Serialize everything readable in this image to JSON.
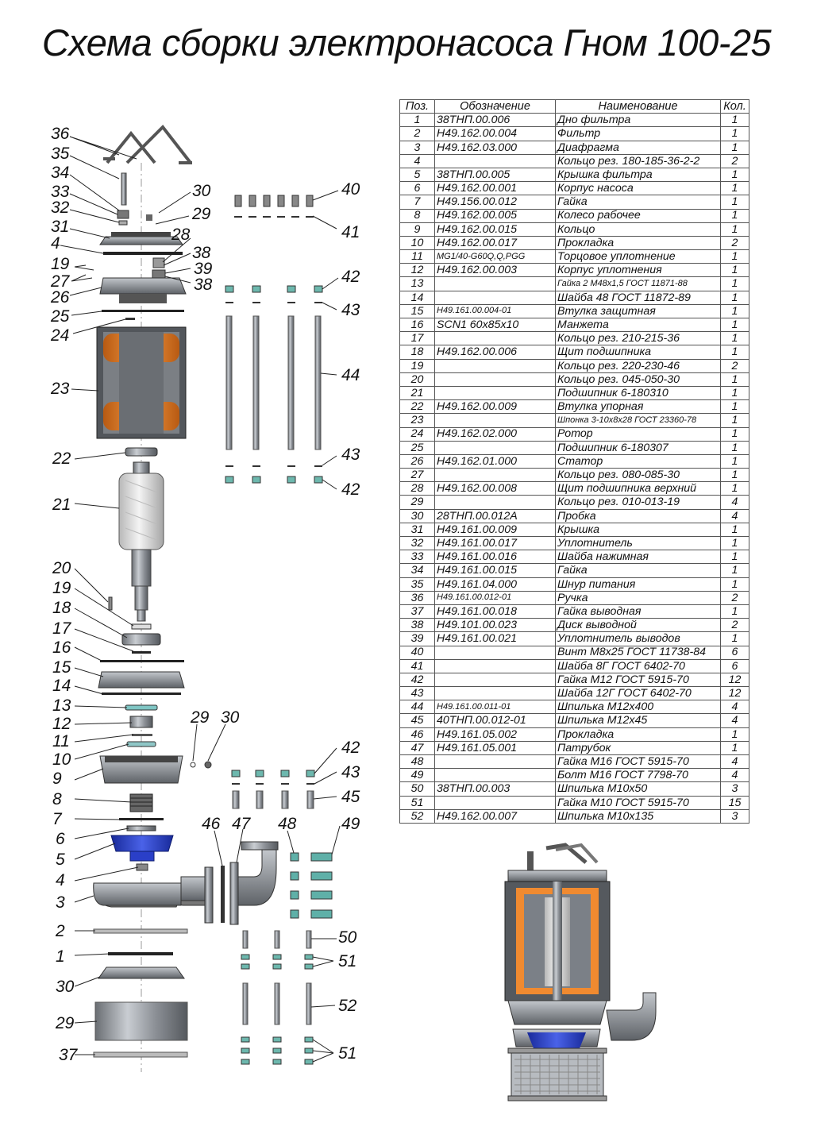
{
  "title": "Схема сборки электронасоса Гном 100-25",
  "table": {
    "headers": [
      "Поз.",
      "Обозначение",
      "Наименование",
      "Кол."
    ],
    "rows": [
      [
        "1",
        "38ТНП.00.006",
        "Дно фильтра",
        "1"
      ],
      [
        "2",
        "Н49.162.00.004",
        "Фильтр",
        "1"
      ],
      [
        "3",
        "Н49.162.03.000",
        "Диафрагма",
        "1"
      ],
      [
        "4",
        "",
        "Кольцо рез. 180-185-36-2-2",
        "2"
      ],
      [
        "5",
        "38ТНП.00.005",
        "Крышка фильтра",
        "1"
      ],
      [
        "6",
        "Н49.162.00.001",
        "Корпус насоса",
        "1"
      ],
      [
        "7",
        "Н49.156.00.012",
        "Гайка",
        "1"
      ],
      [
        "8",
        "Н49.162.00.005",
        "Колесо рабочее",
        "1"
      ],
      [
        "9",
        "Н49.162.00.015",
        "Кольцо",
        "1"
      ],
      [
        "10",
        "Н49.162.00.017",
        "Прокладка",
        "2"
      ],
      [
        "11",
        "MG1/40-G60Q,Q,PGG",
        "Торцовое уплотнение",
        "1"
      ],
      [
        "12",
        "Н49.162.00.003",
        "Корпус уплотнения",
        "1"
      ],
      [
        "13",
        "",
        "Гайка 2 М48х1,5 ГОСТ 11871-88",
        "1"
      ],
      [
        "14",
        "",
        "Шайба 48 ГОСТ 11872-89",
        "1"
      ],
      [
        "15",
        "Н49.161.00.004-01",
        "Втулка защитная",
        "1"
      ],
      [
        "16",
        "SCN1 60х85х10",
        "Манжета",
        "1"
      ],
      [
        "17",
        "",
        "Кольцо рез. 210-215-36",
        "1"
      ],
      [
        "18",
        "Н49.162.00.006",
        "Щит подшипника",
        "1"
      ],
      [
        "19",
        "",
        "Кольцо рез. 220-230-46",
        "2"
      ],
      [
        "20",
        "",
        "Кольцо рез. 045-050-30",
        "1"
      ],
      [
        "21",
        "",
        "Подшипник 6-180310",
        "1"
      ],
      [
        "22",
        "Н49.162.00.009",
        "Втулка упорная",
        "1"
      ],
      [
        "23",
        "",
        "Шпонка 3-10х8х28 ГОСТ 23360-78",
        "1"
      ],
      [
        "24",
        "Н49.162.02.000",
        "Ротор",
        "1"
      ],
      [
        "25",
        "",
        "Подшипник 6-180307",
        "1"
      ],
      [
        "26",
        "Н49.162.01.000",
        "Статор",
        "1"
      ],
      [
        "27",
        "",
        "Кольцо рез. 080-085-30",
        "1"
      ],
      [
        "28",
        "Н49.162.00.008",
        "Щит подшипника верхний",
        "1"
      ],
      [
        "29",
        "",
        "Кольцо рез. 010-013-19",
        "4"
      ],
      [
        "30",
        "28ТНП.00.012А",
        "Пробка",
        "4"
      ],
      [
        "31",
        "Н49.161.00.009",
        "Крышка",
        "1"
      ],
      [
        "32",
        "Н49.161.00.017",
        "Уплотнитель",
        "1"
      ],
      [
        "33",
        "Н49.161.00.016",
        "Шайба нажимная",
        "1"
      ],
      [
        "34",
        "Н49.161.00.015",
        "Гайка",
        "1"
      ],
      [
        "35",
        "Н49.161.04.000",
        "Шнур питания",
        "1"
      ],
      [
        "36",
        "Н49.161.00.012-01",
        "Ручка",
        "2"
      ],
      [
        "37",
        "Н49.161.00.018",
        "Гайка выводная",
        "1"
      ],
      [
        "38",
        "Н49.101.00.023",
        "Диск выводной",
        "2"
      ],
      [
        "39",
        "Н49.161.00.021",
        "Уплотнитель выводов",
        "1"
      ],
      [
        "40",
        "",
        "Винт М8х25 ГОСТ 11738-84",
        "6"
      ],
      [
        "41",
        "",
        "Шайба 8Г ГОСТ 6402-70",
        "6"
      ],
      [
        "42",
        "",
        "Гайка М12 ГОСТ 5915-70",
        "12"
      ],
      [
        "43",
        "",
        "Шайба 12Г ГОСТ 6402-70",
        "12"
      ],
      [
        "44",
        "Н49.161.00.011-01",
        "Шпилька М12х400",
        "4"
      ],
      [
        "45",
        "40ТНП.00.012-01",
        "Шпилька М12х45",
        "4"
      ],
      [
        "46",
        "Н49.161.05.002",
        "Прокладка",
        "1"
      ],
      [
        "47",
        "Н49.161.05.001",
        "Патрубок",
        "1"
      ],
      [
        "48",
        "",
        "Гайка М16 ГОСТ 5915-70",
        "4"
      ],
      [
        "49",
        "",
        "Болт М16 ГОСТ 7798-70",
        "4"
      ],
      [
        "50",
        "38ТНП.00.003",
        "Шпилька М10х50",
        "3"
      ],
      [
        "51",
        "",
        "Гайка М10 ГОСТ 5915-70",
        "15"
      ],
      [
        "52",
        "Н49.162.00.007",
        "Шпилька М10х135",
        "3"
      ]
    ]
  },
  "callouts": [
    "36",
    "35",
    "34",
    "33",
    "32",
    "31",
    "4",
    "30",
    "29",
    "28",
    "19",
    "27",
    "26",
    "25",
    "24",
    "23",
    "22",
    "21",
    "20",
    "19",
    "18",
    "17",
    "16",
    "15",
    "14",
    "13",
    "12",
    "11",
    "10",
    "9",
    "8",
    "7",
    "6",
    "5",
    "4",
    "3",
    "2",
    "1",
    "30",
    "29",
    "37",
    "38",
    "39",
    "38",
    "40",
    "41",
    "42",
    "43",
    "44",
    "43",
    "42",
    "29",
    "30",
    "42",
    "43",
    "45",
    "46",
    "47",
    "48",
    "49",
    "50",
    "51",
    "52",
    "51"
  ],
  "colors": {
    "stator_winding": "#e8822a",
    "impeller": "#2a3fc8",
    "metal": "#6f7378",
    "metal_light": "#c9cdd1",
    "line": "#222222"
  }
}
